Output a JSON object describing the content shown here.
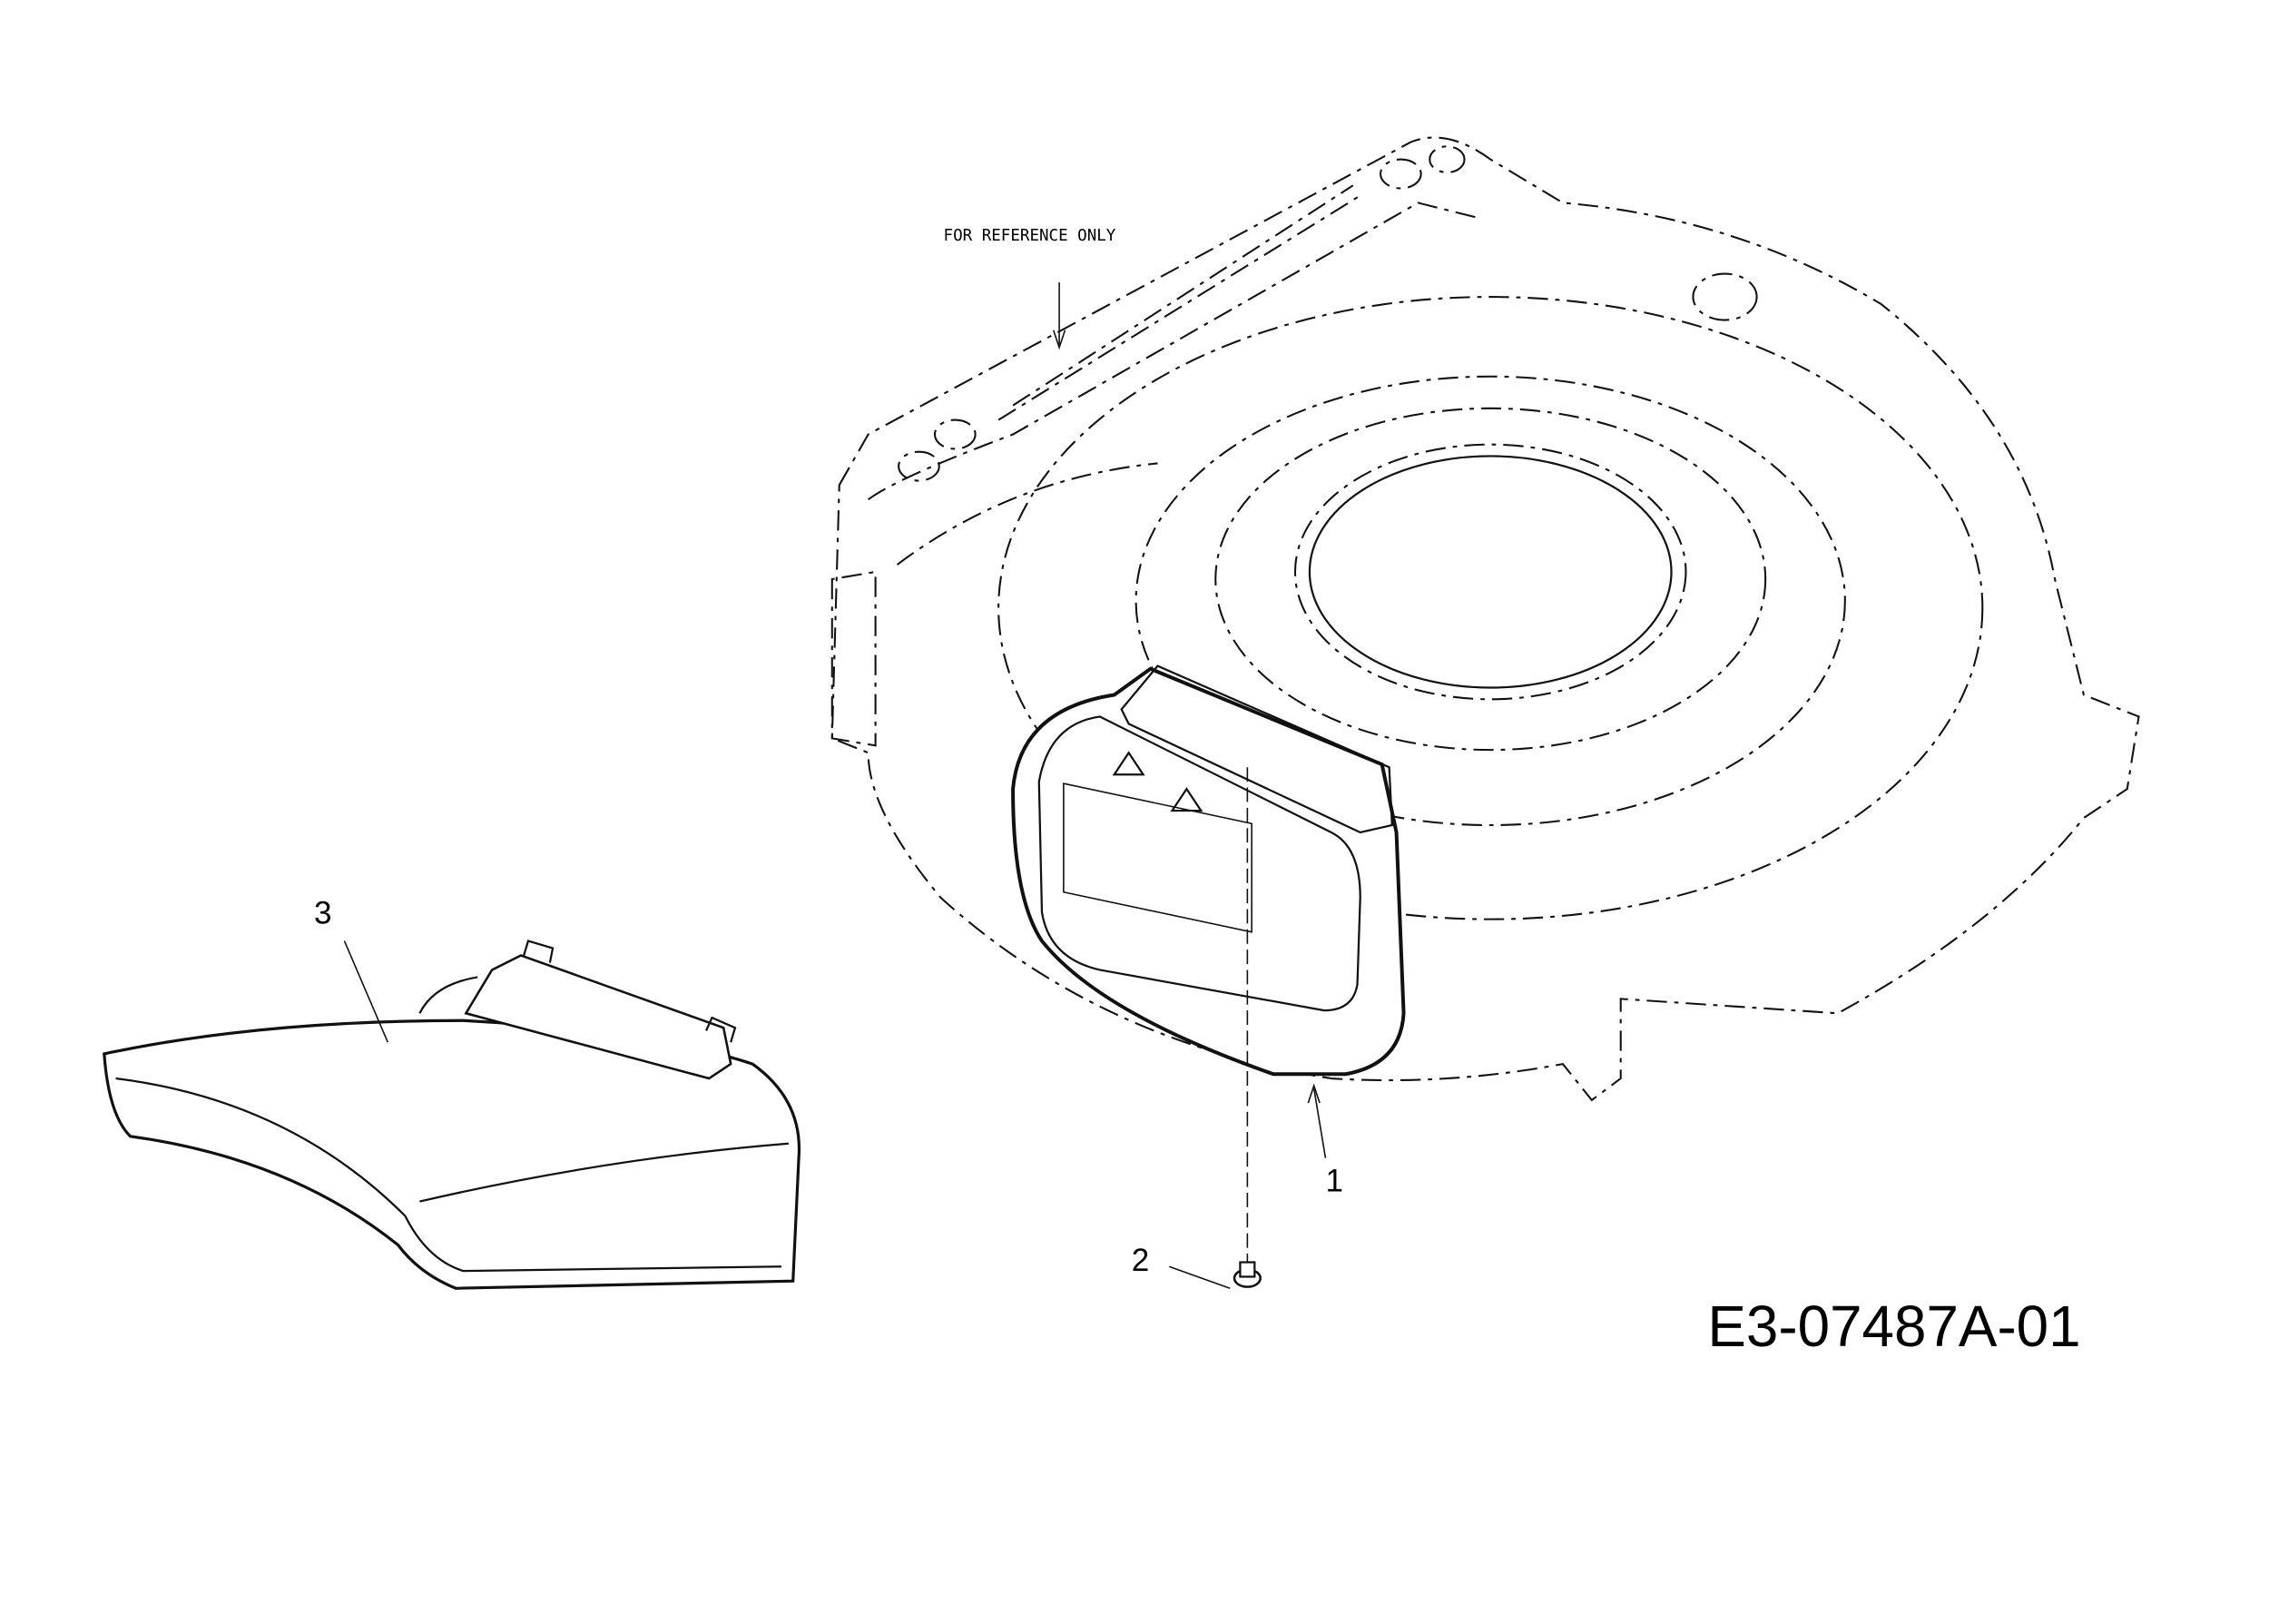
{
  "diagram": {
    "reference_note": "FOR REFERENCE ONLY",
    "callouts": [
      {
        "number": "1",
        "part": "chute"
      },
      {
        "number": "2",
        "part": "screw"
      },
      {
        "number": "3",
        "part": "discharge-chute"
      }
    ],
    "drawing_code": "E3-07487A-01"
  }
}
